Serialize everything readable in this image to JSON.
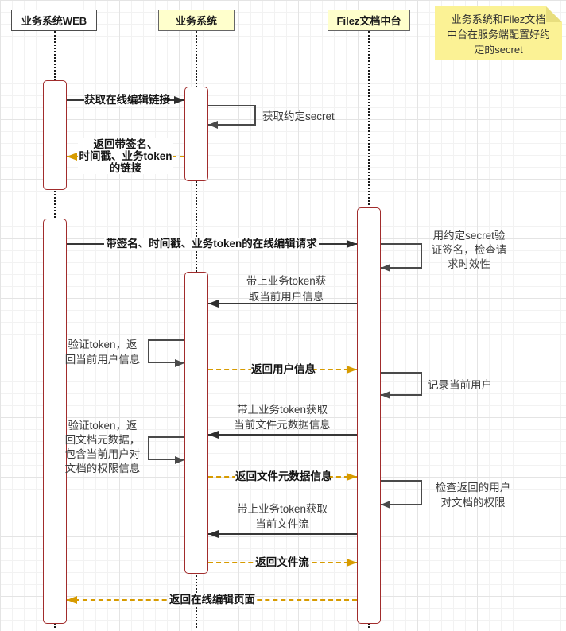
{
  "actors": [
    {
      "id": "web",
      "label": "业务系统WEB"
    },
    {
      "id": "biz",
      "label": "业务系统"
    },
    {
      "id": "filez",
      "label": "Filez文档中台"
    }
  ],
  "note": {
    "lines": [
      "业务系统和Filez文档",
      "中台在服务端配置好约",
      "定的secret"
    ]
  },
  "messages": {
    "get_edit_link": {
      "from": "web",
      "to": "biz",
      "type": "request",
      "lines": [
        "获取在线编辑链接"
      ]
    },
    "get_secret": {
      "actor": "biz",
      "type": "self",
      "lines": [
        "获取约定secret"
      ]
    },
    "return_signed_link": {
      "from": "biz",
      "to": "web",
      "type": "return",
      "lines": [
        "返回带签名、",
        "时间戳、业务token",
        "的链接"
      ]
    },
    "edit_request": {
      "from": "web",
      "to": "filez",
      "type": "request",
      "lines": [
        "带签名、时间戳、业务token的在线编辑请求"
      ]
    },
    "verify_sign": {
      "actor": "filez",
      "type": "self",
      "lines": [
        "用约定secret验",
        "证签名，检查请",
        "求时效性"
      ]
    },
    "get_user_info": {
      "from": "filez",
      "to": "biz",
      "type": "request",
      "lines": [
        "带上业务token获",
        "取当前用户信息"
      ]
    },
    "verify_token_user": {
      "actor": "biz",
      "type": "self",
      "lines": [
        "验证token，返",
        "回当前用户信息"
      ]
    },
    "return_user_info": {
      "from": "biz",
      "to": "filez",
      "type": "return",
      "lines": [
        "返回用户信息"
      ]
    },
    "record_user": {
      "actor": "filez",
      "type": "self",
      "lines": [
        "记录当前用户"
      ]
    },
    "get_file_meta": {
      "from": "filez",
      "to": "biz",
      "type": "request",
      "lines": [
        "带上业务token获取",
        "当前文件元数据信息"
      ]
    },
    "verify_token_meta": {
      "actor": "biz",
      "type": "self",
      "lines": [
        "验证token，返",
        "回文档元数据，",
        "包含当前用户对",
        "文档的权限信息"
      ]
    },
    "return_file_meta": {
      "from": "biz",
      "to": "filez",
      "type": "return",
      "lines": [
        "返回文件元数据信息"
      ]
    },
    "check_permission": {
      "actor": "filez",
      "type": "self",
      "lines": [
        "检查返回的用户",
        "对文档的权限"
      ]
    },
    "get_file_stream": {
      "from": "filez",
      "to": "biz",
      "type": "request",
      "lines": [
        "带上业务token获取",
        "当前文件流"
      ]
    },
    "return_file_stream": {
      "from": "biz",
      "to": "filez",
      "type": "return",
      "lines": [
        "返回文件流"
      ]
    },
    "return_edit_page": {
      "from": "filez",
      "to": "web",
      "type": "return",
      "lines": [
        "返回在线编辑页面"
      ]
    }
  },
  "colors": {
    "activation_border": "#a12c2c",
    "request_arrow": "#2e2e2e",
    "self_arrow": "#4a4a4a",
    "return_arrow": "#d79b00",
    "actor_fill_yellow": "#ffffcc",
    "actor_fill_white": "#ffffff",
    "note_fill": "#fbf295",
    "note_fold": "#e8de7e"
  }
}
